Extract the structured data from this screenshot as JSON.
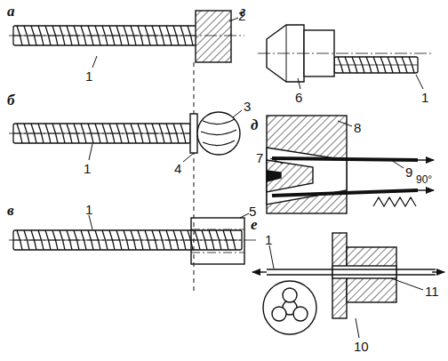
{
  "diagram": {
    "labels": [
      "а",
      "2",
      "1",
      "г",
      "6",
      "1",
      "б",
      "3",
      "4",
      "1",
      "д",
      "8",
      "7",
      "9",
      "90°",
      "в",
      "5",
      "1",
      "е",
      "1",
      "11",
      "10"
    ]
  }
}
